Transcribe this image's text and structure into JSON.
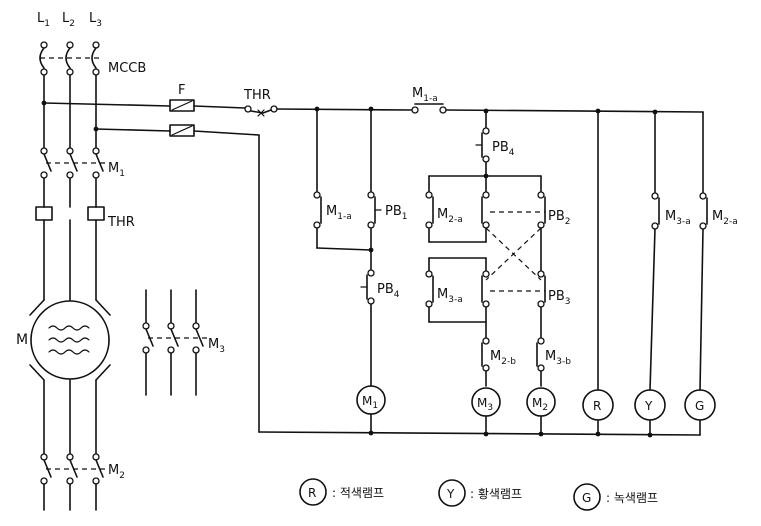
{
  "supply": {
    "l1": "L",
    "l2": "L",
    "l3": "L",
    "s1": "1",
    "s2": "2",
    "s3": "3"
  },
  "breaker": "MCCB",
  "fuse": "F",
  "overload": "THR",
  "motor": "M",
  "power": {
    "m1": "M",
    "m1_sub": "1",
    "thr": "THR",
    "m3": "M",
    "m3_sub": "3",
    "m2": "M",
    "m2_sub": "2"
  },
  "control": {
    "m1a_top": "M",
    "m1a_top_sub": "1-a",
    "pb4": "PB",
    "pb4_sub": "4",
    "m1a": "M",
    "m1a_sub": "1-a",
    "pb1": "PB",
    "pb1_sub": "1",
    "pb4b": "PB",
    "pb4b_sub": "4",
    "m2a": "M",
    "m2a_sub": "2-a",
    "pb2": "PB",
    "pb2_sub": "2",
    "m3a": "M",
    "m3a_sub": "3-a",
    "pb3": "PB",
    "pb3_sub": "3",
    "m2b": "M",
    "m2b_sub": "2-b",
    "m3b": "M",
    "m3b_sub": "3-b",
    "m3a_r": "M",
    "m3a_r_sub": "3-a",
    "m2a_r": "M",
    "m2a_r_sub": "2-a"
  },
  "coils": {
    "m1": "M",
    "m1_sub": "1",
    "m3": "M",
    "m3_sub": "3",
    "m2": "M",
    "m2_sub": "2"
  },
  "lamps": {
    "r": "R",
    "y": "Y",
    "g": "G"
  },
  "legend": [
    {
      "symbol": "R",
      "text": ": 적색램프"
    },
    {
      "symbol": "Y",
      "text": ": 황색램프"
    },
    {
      "symbol": "G",
      "text": ": 녹색램프"
    }
  ]
}
